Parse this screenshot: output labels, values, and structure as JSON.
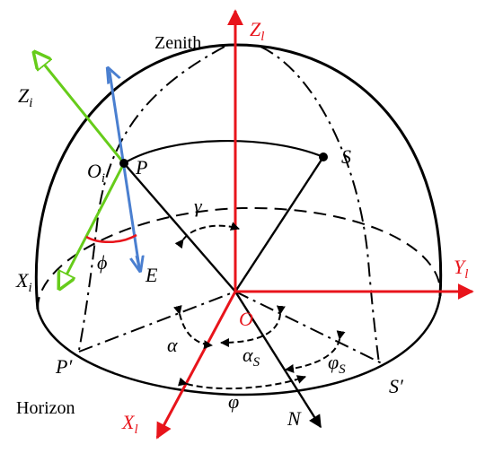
{
  "labels": {
    "zenith": "Zenith",
    "horizon": "Horizon",
    "z_l": "Z",
    "z_l_sub": "l",
    "y_l": "Y",
    "y_l_sub": "l",
    "x_l": "X",
    "x_l_sub": "l",
    "z_i": "Z",
    "z_i_sub": "i",
    "x_i": "X",
    "x_i_sub": "i",
    "o_i": "O",
    "o_i_sub": "i",
    "p": "P",
    "s": "S",
    "p_prime": "P′",
    "s_prime": "S′",
    "e": "E",
    "n": "N",
    "o": "O",
    "gamma": "γ",
    "phi_upper": "ϕ",
    "alpha": "α",
    "alpha_s": "α",
    "alpha_s_sub": "S",
    "phi_s": "φ",
    "phi_s_sub": "S",
    "phi": "φ"
  },
  "colors": {
    "red_axes": "#e8141b",
    "green_axes": "#66cc1a",
    "blue_axis": "#4a7fd0",
    "black": "#000000"
  }
}
